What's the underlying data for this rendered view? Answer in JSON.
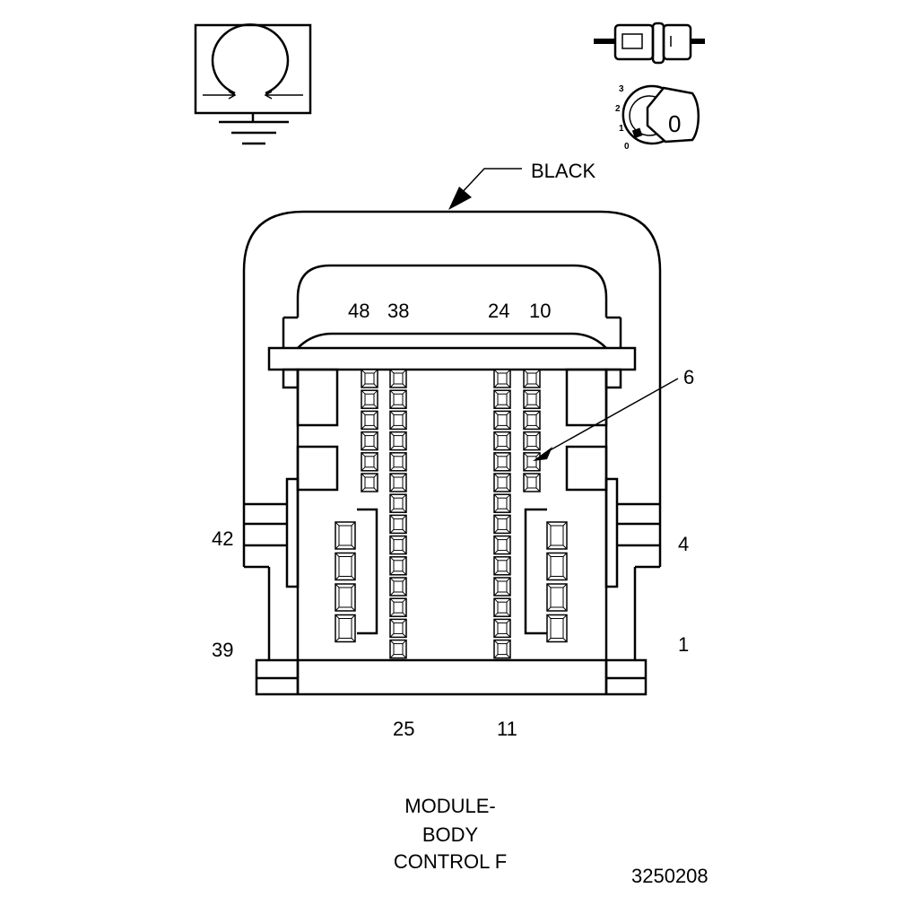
{
  "color_label": "BLACK",
  "pins": {
    "top_48": "48",
    "top_38": "38",
    "top_24": "24",
    "top_10": "10",
    "callout_6": "6",
    "left_42": "42",
    "left_39": "39",
    "right_4": "4",
    "right_1": "1",
    "bottom_25": "25",
    "bottom_11": "11"
  },
  "key_positions": [
    "3",
    "2",
    "1",
    "0"
  ],
  "key_value": "0",
  "title_lines": [
    "MODULE-",
    "BODY",
    "CONTROL F"
  ],
  "figure_number": "3250208"
}
